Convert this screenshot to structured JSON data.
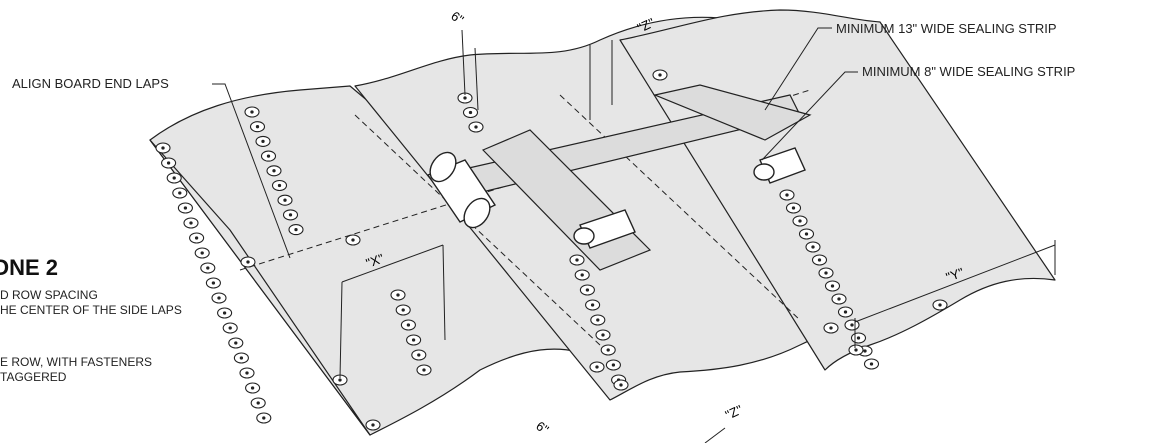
{
  "labels": {
    "align": "ALIGN BOARD END LAPS",
    "strip13": "MINIMUM 13\" WIDE SEALING STRIP",
    "strip8": "MINIMUM 8\" WIDE SEALING STRIP"
  },
  "dimensions": {
    "six_top": "6\"",
    "z_top": "\"Z\"",
    "x": "\"X\"",
    "y": "\"Y\"",
    "six_bottom": "6\"",
    "z_bottom": "\"Z\""
  },
  "zone": {
    "title": "ONE 2",
    "line1": "D ROW SPACING",
    "line2": "HE CENTER OF THE SIDE LAPS",
    "line3": "E ROW, WITH FASTENERS",
    "line4": "TAGGERED"
  },
  "colors": {
    "board": "#e6e6e6",
    "stroke": "#222222",
    "roller": "#ffffff"
  }
}
